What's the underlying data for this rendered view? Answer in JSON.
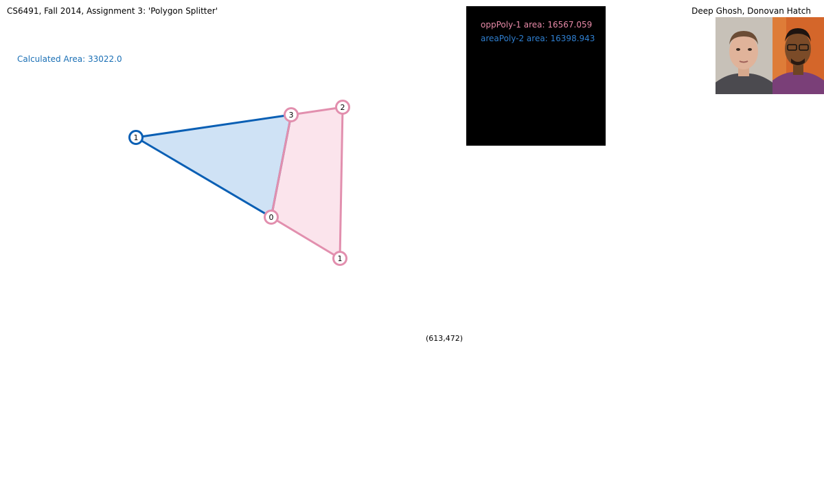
{
  "header": {
    "title": "CS6491, Fall 2014, Assignment 3: 'Polygon Splitter'",
    "authors": "Deep Ghosh, Donovan Hatch"
  },
  "calculated_area": "Calculated Area: 33022.0",
  "info_panel": {
    "opp_poly": "oppPoly-1 area: 16567.059",
    "area_poly": "areaPoly-2 area: 16398.943"
  },
  "cursor_readout": "(613,472)",
  "polygons": {
    "blue": {
      "vertex_labels": [
        "1",
        "3",
        "0"
      ]
    },
    "pink": {
      "vertex_labels": [
        "3",
        "2",
        "1",
        "0"
      ]
    }
  },
  "colors": {
    "blue_stroke": "#0a5fb4",
    "blue_fill": "#cfe2f5",
    "pink_stroke": "#e28fae",
    "pink_fill": "#fbe4ec",
    "blue_text": "#1a6fb5",
    "pink_text": "#e88aa8",
    "panel_blue_text": "#2f7fd0"
  },
  "icons": {
    "photo_1": "author-photo-1",
    "photo_2": "author-photo-2"
  }
}
